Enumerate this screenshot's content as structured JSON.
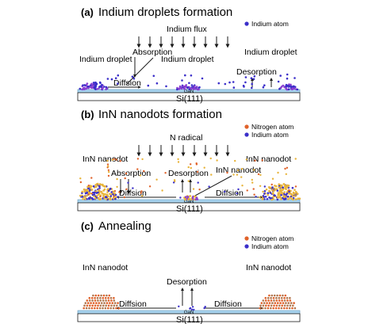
{
  "panels": [
    {
      "letter": "(a)",
      "title": "Indium droplets formation",
      "legend": [
        {
          "label": "Indium atom",
          "color": "#3b2fc9"
        }
      ],
      "flux_label": "Indium flux",
      "labels": {
        "absorption": "Absorption",
        "droplet_left": "Indium droplet",
        "droplet_center": "Indium droplet",
        "droplet_right": "Indium droplet",
        "diffusion": "Diffsion",
        "desorption": "Desorption"
      },
      "substrate": "Si(111)",
      "buffer": "GaN"
    },
    {
      "letter": "(b)",
      "title": "InN nanodots formation",
      "legend": [
        {
          "label": "Nitrogen atom",
          "color": "#e0622a"
        },
        {
          "label": "Indium atom",
          "color": "#3b2fc9"
        }
      ],
      "flux_label": "N radical",
      "labels": {
        "nanodot_left": "InN nanodot",
        "absorption": "Absorption",
        "desorption": "Desorption",
        "nanodot_center": "InN nanodot",
        "nanodot_right": "InN nanodot",
        "diffusion_left": "Diffsion",
        "diffusion_right": "Diffsion"
      },
      "substrate": "Si(111)",
      "buffer": "GaN"
    },
    {
      "letter": "(c)",
      "title": "Annealing",
      "legend": [
        {
          "label": "Nitrogen atom",
          "color": "#e0622a"
        },
        {
          "label": "Indium atom",
          "color": "#3b2fc9"
        }
      ],
      "labels": {
        "nanodot_left": "InN nanodot",
        "nanodot_right": "InN nanodot",
        "desorption": "Desorption",
        "diffusion_left": "Diffsion",
        "diffusion_right": "Diffsion"
      },
      "substrate": "Si(111)",
      "buffer": "GaN"
    }
  ],
  "colors": {
    "substrate_fill": "#ffffff",
    "gan_layer": "#a9d4ef",
    "indium": "#3b2fc9",
    "indium_droplet": "#8a3fd1",
    "nitrogen": "#e0622a",
    "nitrogen_light": "#e8b43a",
    "nanodot_brick": "#b07850"
  }
}
